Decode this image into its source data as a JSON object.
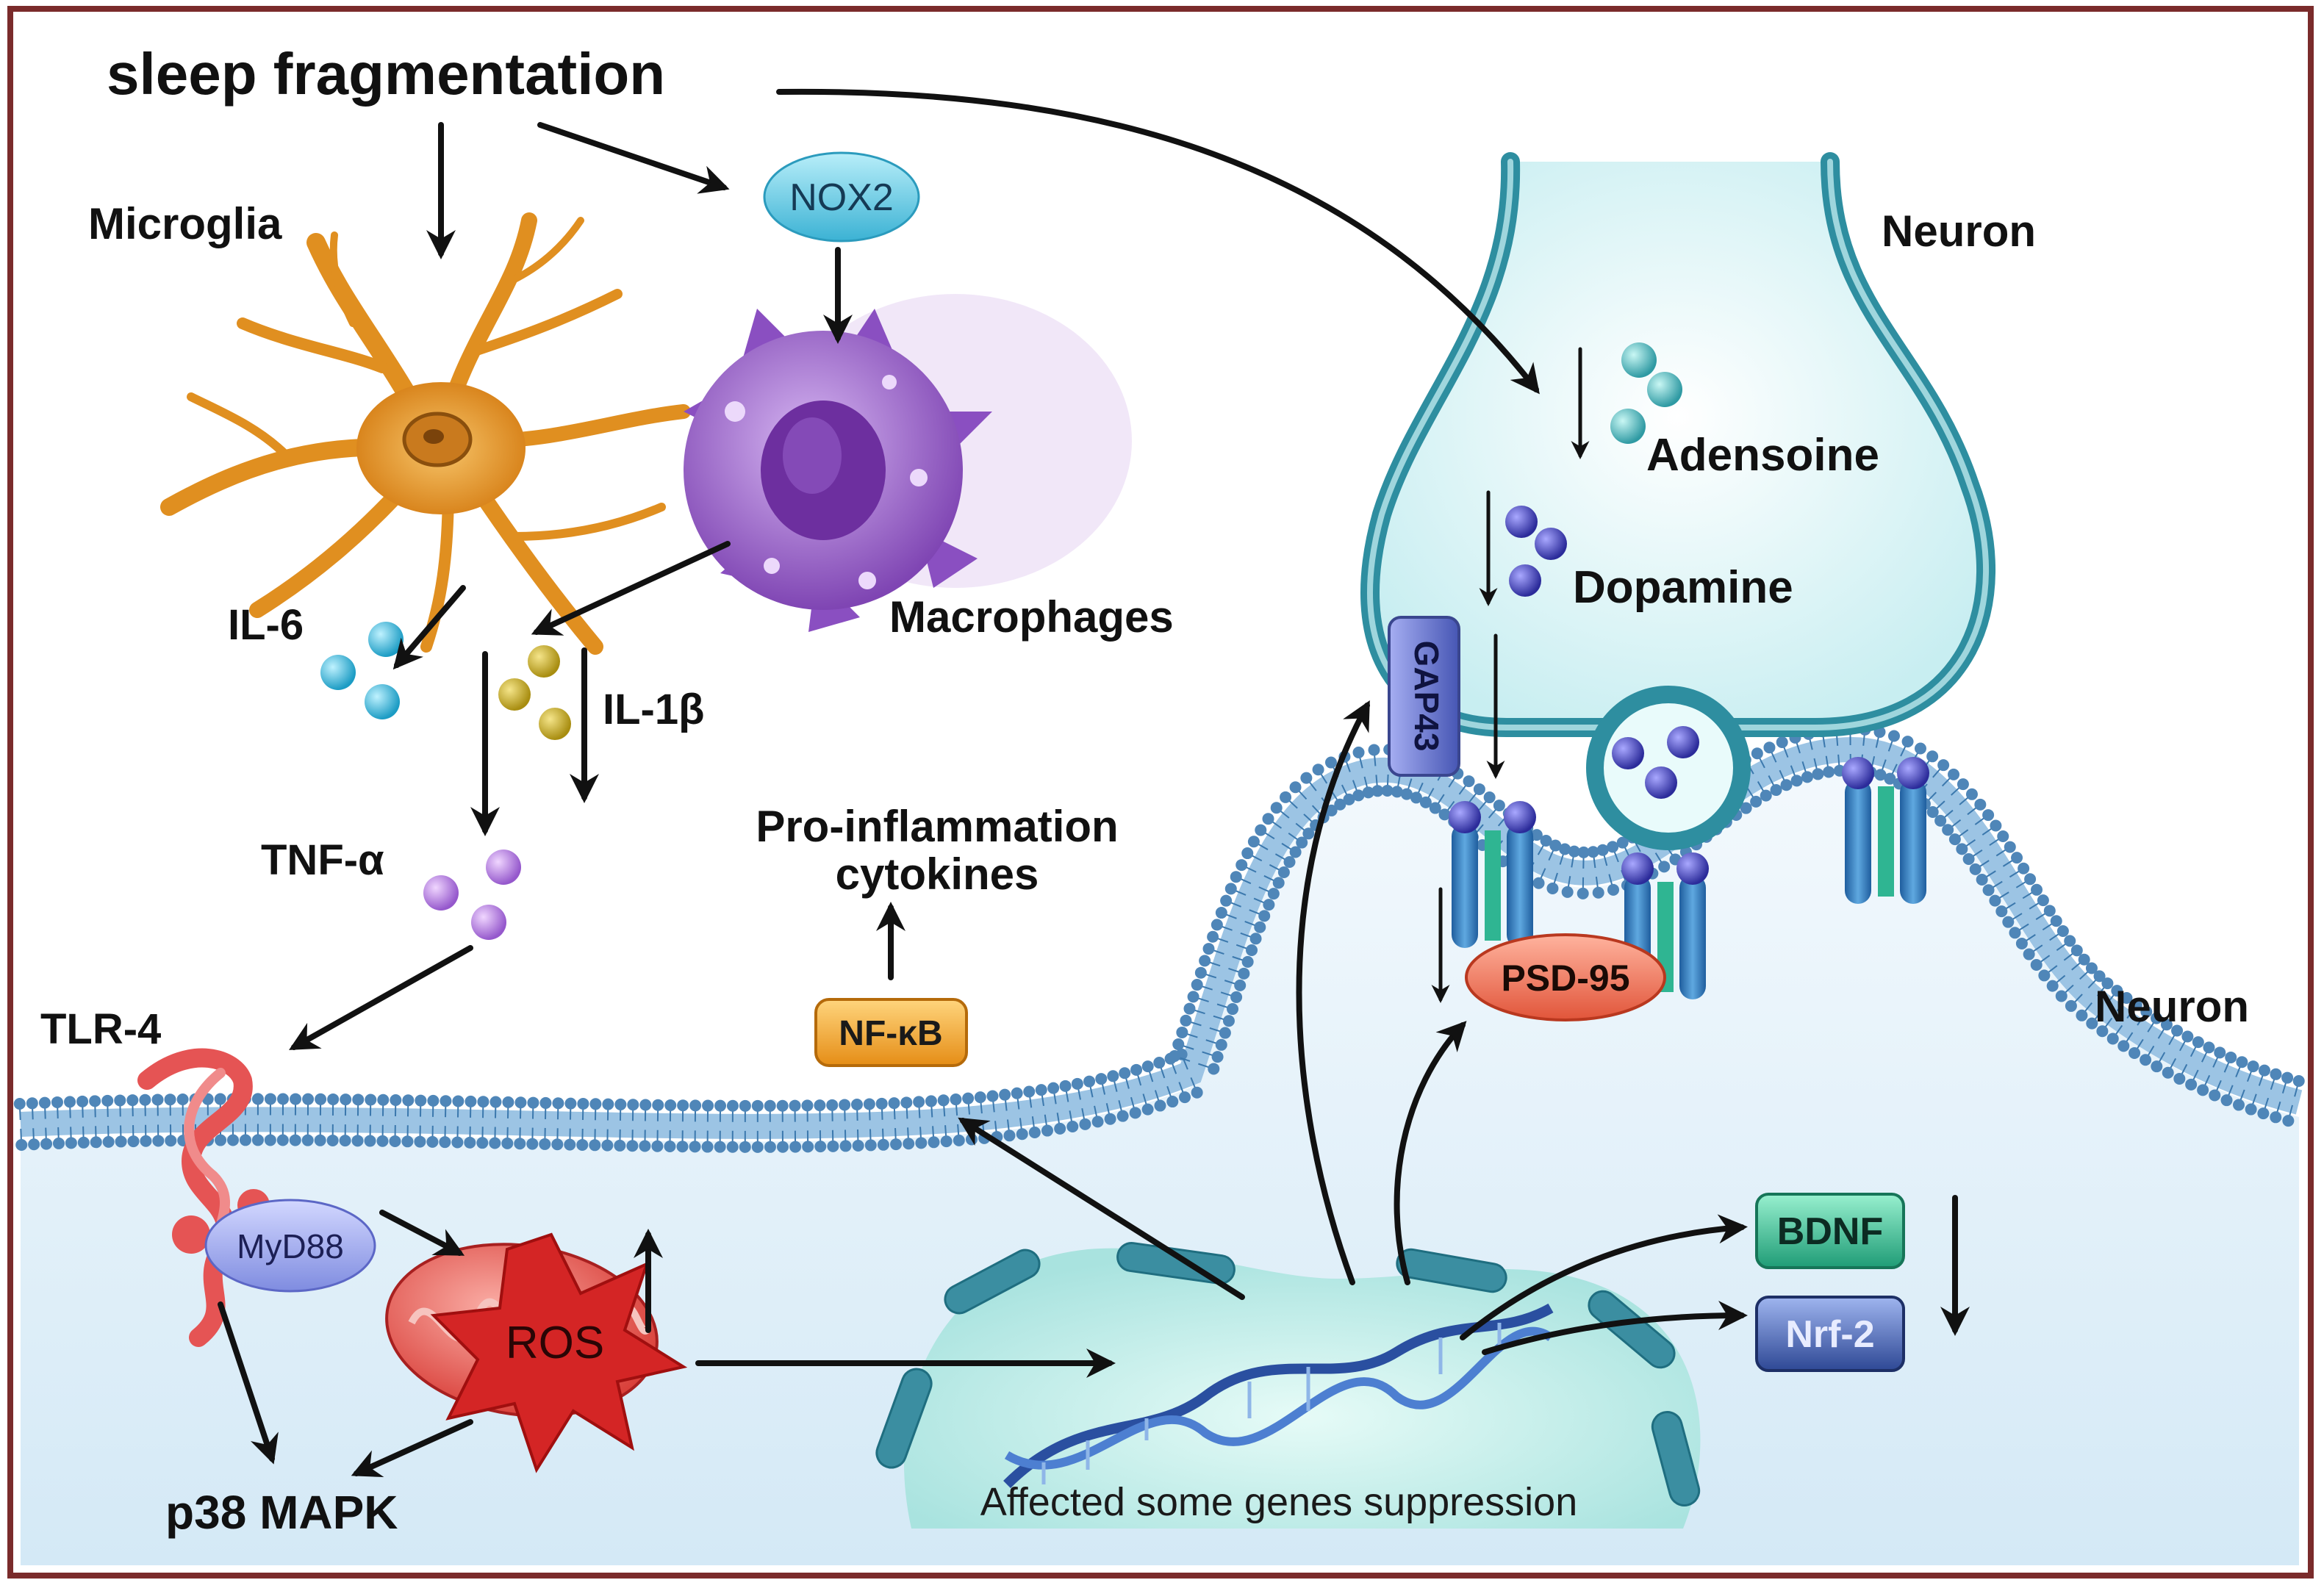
{
  "title": "sleep fragmentation",
  "cells": {
    "microglia": "Microglia",
    "macrophages": "Macrophages",
    "neuron_top": "Neuron",
    "neuron_bottom": "Neuron"
  },
  "cytokines": {
    "il6": "IL-6",
    "il1b": "IL-1β",
    "tnfa": "TNF-α",
    "pro_inflammation_line1": "Pro-inflammation",
    "pro_inflammation_line2": "cytokines"
  },
  "molecules": {
    "nox2": "NOX2",
    "tlr4": "TLR-4",
    "myd88": "MyD88",
    "ros": "ROS",
    "p38": "p38 MAPK",
    "nfkb": "NF-κB",
    "gap43": "GAP43",
    "psd95": "PSD-95",
    "bdnf": "BDNF",
    "nrf2": "Nrf-2",
    "adenosine": "Adensoine",
    "dopamine": "Dopamine"
  },
  "nucleus_label": "Affected some genes suppression",
  "colors": {
    "frame": "#7a2b2b",
    "microglia": "#e79a2c",
    "macrophage": "#9a62c9",
    "membrane": "#4f86b8",
    "neuron_outline": "#2e8ea0",
    "nox2": "#5cc4de",
    "myd88": "#9aa6ee",
    "ros": "#d42525",
    "nfkb": "#f0a12a",
    "psd95": "#ec6b4c",
    "bdnf": "#2fb58c",
    "nrf2": "#3c5aa8",
    "gap43": "#5a6bc4"
  }
}
